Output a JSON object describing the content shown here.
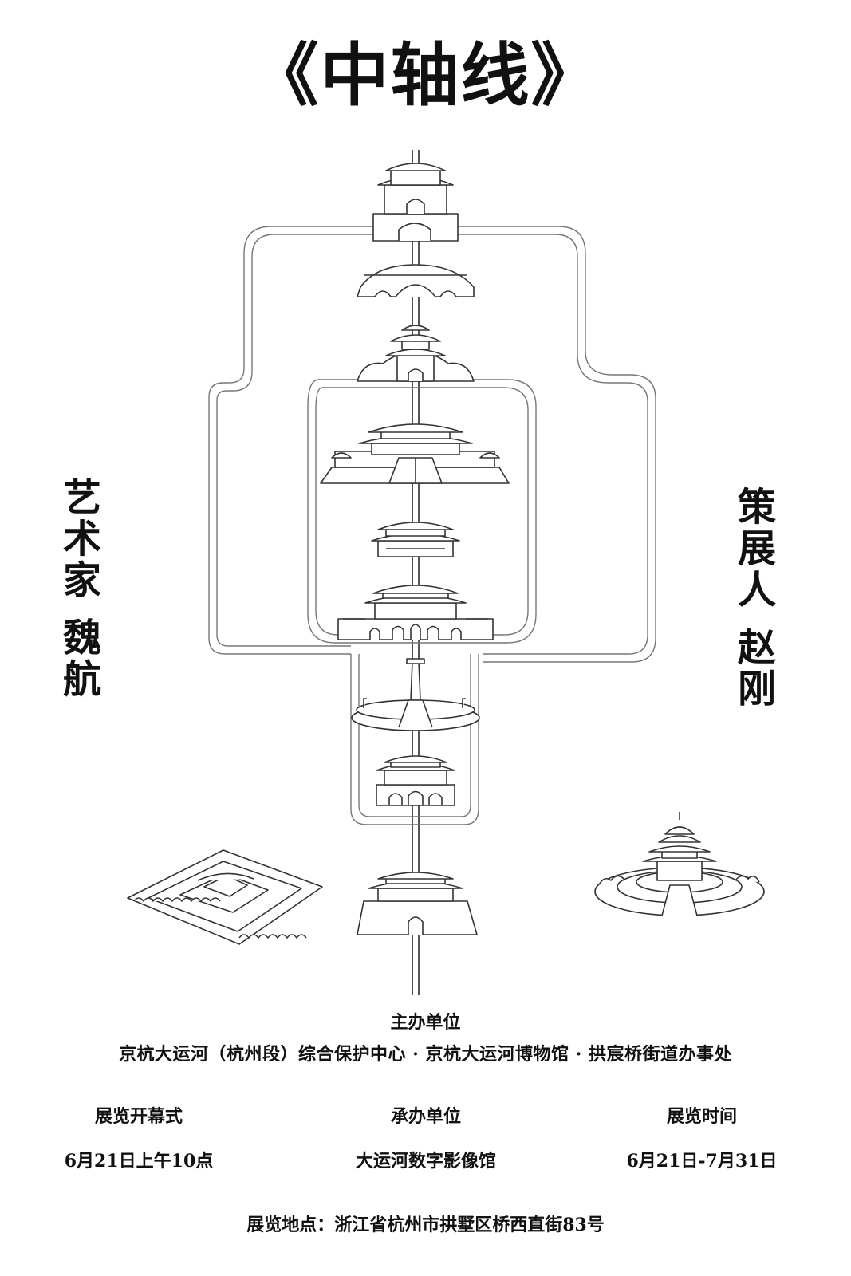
{
  "title": "《中轴线》",
  "artist": {
    "role": "艺术家",
    "name": "魏航"
  },
  "curator": {
    "role": "策展人",
    "name": "赵刚"
  },
  "organizer": {
    "heading": "主办单位",
    "text": "京杭大运河（杭州段）综合保护中心 · 京杭大运河博物馆 · 拱宸桥街道办事处"
  },
  "opening": {
    "heading": "展览开幕式",
    "value": "6月21日上午10点"
  },
  "undertaker": {
    "heading": "承办单位",
    "value": "大运河数字影像馆"
  },
  "period": {
    "heading": "展览时间",
    "value": "6月21日-7月31日"
  },
  "venue": "展览地点：浙江省杭州市拱墅区桥西直街83号",
  "landmarks": [
    "bell-drum-tower-icon",
    "wanning-bridge-icon",
    "jingshan-pavilion-icon",
    "forbidden-city-hall-icon",
    "palace-gate-icon",
    "tiananmen-icon",
    "monument-square-icon",
    "zhengyangmen-icon",
    "yongdingmen-icon",
    "altar-icon",
    "temple-of-heaven-icon"
  ]
}
